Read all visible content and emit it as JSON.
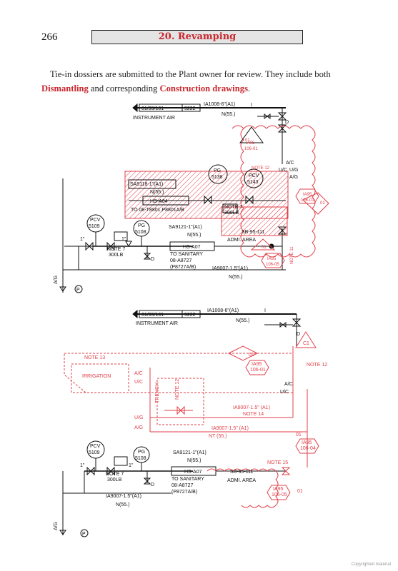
{
  "page_number": "266",
  "chapter_title": "20. Revamping",
  "intro": {
    "part1": "Tie-in dossiers are submitted to the Plant owner for review. They include both",
    "hl1": "Dismantling",
    "part2": " and corresponding ",
    "hl2": "Construction drawings",
    "part3": "."
  },
  "colors": {
    "accent_red": "#c8282e",
    "markup_red": "#e0404a",
    "ink": "#111111",
    "box_fill": "#e4e4e4"
  },
  "drawing1": {
    "title_id": "01/95/101",
    "title_num": "5222",
    "title_label": "INSTRUMENT AIR",
    "line_main": "IA1008-6\"(A1)",
    "n55": "N(55.)",
    "sa9118": "SA9118-1\"(A1)",
    "n55b": "N(55.)",
    "hs_a04": "HS-A04",
    "to_line": "TO 08-T8801,P8801A/B",
    "pg_5138": "PG",
    "pg_5138_num": "5138",
    "pcv_5143": "PCV",
    "pcv_5143_num": "5143",
    "note7": "NOTE 7",
    "lb300": "300LB",
    "note12": "NOTE 12",
    "pcv_5109": "PCV",
    "pcv_5109_num": "5109",
    "pg_5108": "PG",
    "pg_5108_num": "5108",
    "sa9121": "SA9121-1\"(A1)",
    "n55c": "N(55.)",
    "hs_a07": "HS-A07",
    "sanitary1": "TO SANITARY",
    "sanitary2": "08-A8727",
    "sanitary3": "(P8727A/B)",
    "sb95": "SB-95-111",
    "admi": "ADMI. AREA",
    "ia9007": "IA9007-1.5\"(A1)",
    "n55d": "N(55.)",
    "note7b": "NOTE 7",
    "lb300b": "300LB",
    "one_inch": "1\"",
    "one_inch2": "1\"",
    "ia95_1": "IA95",
    "ia95_1b": "106-01",
    "ia95_2": "IA95",
    "ia95_2b": "106-01",
    "ia95_3": "IA95",
    "ia95_3b": "106-05",
    "c01": "01",
    "c01b": "01",
    "c01c": "01",
    "ac": "A/C",
    "uc": "U/C",
    "ug": "U/G",
    "ag": "A/G",
    "ag2": "A/G",
    "p_label": "P",
    "d_label": "D",
    "d_label2": "D",
    "i_mark": "I",
    "note_side": "NOTE 11"
  },
  "drawing2": {
    "title_id": "01/95/101",
    "title_num": "5222",
    "title_label": "INSTRUMENT AIR",
    "line_main": "IA1008-6\"(A1)",
    "n55": "N(55.)",
    "note13": "NOTE 13",
    "irrigation": "IRRIGATION",
    "note12": "NOTE 12",
    "trench": "TRENCH",
    "ac": "A/C",
    "uc": "U/C",
    "ug": "U/G",
    "ag": "A/G",
    "ia9007r": "IA9007-1.5\" (A1)",
    "note14": "NOTE 14",
    "ia9007r2": "IA9007-1.5\" (A1)",
    "n55r": "NT (55.)",
    "note15": "NOTE 15",
    "pcv_5109": "PCV",
    "pcv_5109_num": "5109",
    "pg_5108": "PG",
    "pg_5108_num": "5108",
    "sa9121": "SA9121-1\"(A1)",
    "n55c": "N(55.)",
    "hs_a07": "HS-A07",
    "sanitary1": "TO SANITARY",
    "sanitary2": "08-A8727",
    "sanitary3": "(P8727A/B)",
    "sb95": "SB-95-111",
    "admi": "ADMI. AREA",
    "ia9007": "IA9007-1.5\"(A1)",
    "n55d": "N(55.)",
    "note7": "NOTE 7",
    "lb300": "300LB",
    "one_inch": "1\"",
    "one_inch2": "1\"",
    "ia95_1": "IA95",
    "ia95_1b": "106-01",
    "ia95_2": "IA95",
    "ia95_2b": "106-04",
    "ia95_3": "IA95",
    "ia95_3b": "106-05",
    "c01": "01",
    "c01b": "01",
    "c01c": "01",
    "c01d": "C1",
    "note_r": "NOTE 12",
    "ac2": "A/C",
    "uc2": "U/C",
    "ag2": "A/G",
    "p_label": "P",
    "d_label": "D",
    "d_label2": "D",
    "i_mark": "I"
  },
  "copyright": "Copyrighted material"
}
